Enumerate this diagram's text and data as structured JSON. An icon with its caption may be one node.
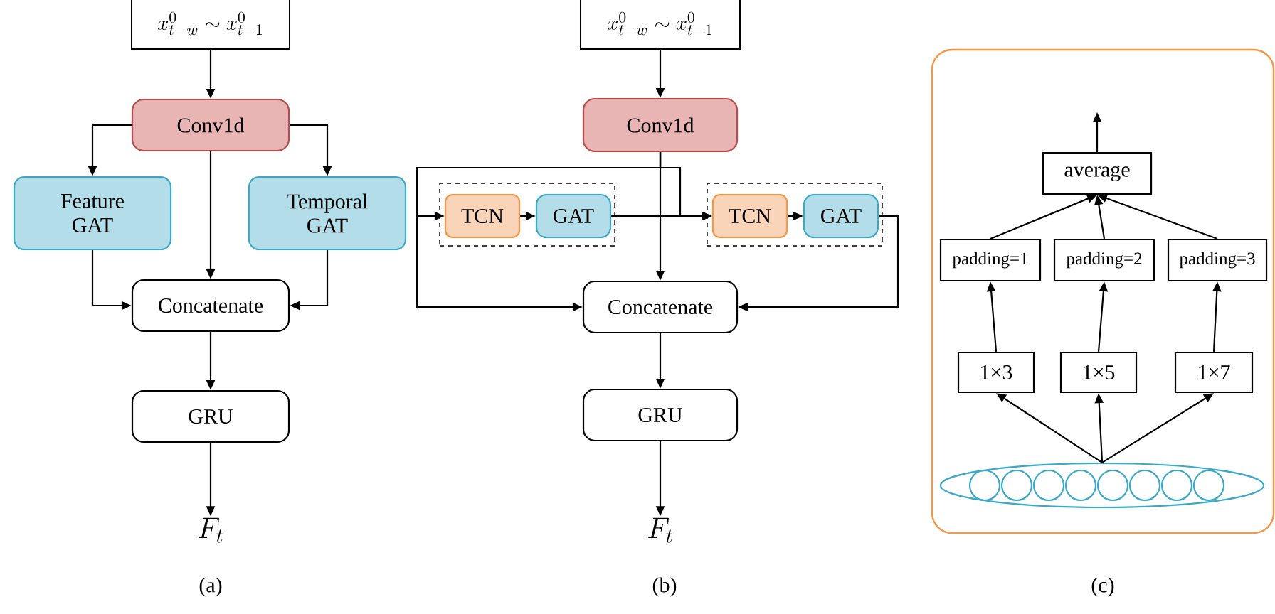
{
  "diagram": {
    "nodes": [
      {
        "text": [
          "x_{t-w}^{0}\\sim x_{t-1}^{0}"
        ]
      },
      {
        "text": [
          "Conv1d"
        ]
      },
      {
        "text": [
          "Feature GAT"
        ]
      },
      {
        "text": [
          "Temporal GAT"
        ]
      },
      {
        "text": [
          "Concatenate"
        ]
      },
      {
        "text": [
          "GRU"
        ]
      },
      {
        "text": [
          "F_t"
        ]
      },
      {
        "text": [
          "x_{t-w}^{0}\\sim x_{t-1}^{0}"
        ]
      },
      {
        "text": [
          "Conv1d"
        ]
      },
      {
        "text": [],
        "shape": "box"
      },
      {
        "text": [
          "TCN"
        ],
        "in": 9
      },
      {
        "text": [
          "GAT"
        ],
        "in": 9
      },
      {
        "text": [],
        "shape": "box"
      },
      {
        "text": [
          "TCN"
        ],
        "in": 12
      },
      {
        "text": [
          "GAT"
        ],
        "in": 12
      },
      {
        "text": [
          "Concatenate"
        ]
      },
      {
        "text": [
          "GRU"
        ]
      },
      {
        "text": [
          "F_t"
        ]
      },
      {
        "text": [],
        "shape": "box"
      },
      {
        "text": [
          "average"
        ],
        "in": 18
      },
      {
        "text": [
          "padding=1"
        ],
        "in": 18
      },
      {
        "text": [
          "padding=2"
        ],
        "in": 18
      },
      {
        "text": [
          "padding=3"
        ],
        "in": 18
      },
      {
        "text": [
          "1×3"
        ],
        "in": 18
      },
      {
        "text": [
          "1×5"
        ],
        "in": 18
      },
      {
        "text": [
          "1×7"
        ],
        "in": 18
      },
      {
        "text": [],
        "shape": "ellipse",
        "in": 18
      }
    ],
    "edges": [
      {
        "from": 0,
        "to": 1,
        "arrow": "to"
      },
      {
        "from": 1,
        "to": 2,
        "arrow": "to"
      },
      {
        "from": 1,
        "to": 3,
        "arrow": "to"
      },
      {
        "from": 1,
        "to": 4,
        "arrow": "to"
      },
      {
        "from": 2,
        "to": 4,
        "arrow": "to"
      },
      {
        "from": 3,
        "to": 4,
        "arrow": "to"
      },
      {
        "from": 4,
        "to": 5,
        "arrow": "to"
      },
      {
        "from": 5,
        "to": 6,
        "arrow": "to"
      },
      {
        "from": 7,
        "to": 8,
        "arrow": "to"
      },
      {
        "from": 8,
        "to": 15,
        "arrow": "to"
      },
      {
        "from": 8,
        "to": 10,
        "arrow": "to"
      },
      {
        "from": 8,
        "to": 15,
        "arrow": "to"
      },
      {
        "from": 8,
        "to": 13,
        "arrow": "to"
      },
      {
        "from": 10,
        "to": 11,
        "arrow": "to"
      },
      {
        "from": 11,
        "to": 13,
        "arrow": "to"
      },
      {
        "from": 13,
        "to": 14,
        "arrow": "to"
      },
      {
        "from": 14,
        "to": 15,
        "arrow": "to"
      },
      {
        "from": 15,
        "to": 16,
        "arrow": "to"
      },
      {
        "from": 16,
        "to": 17,
        "arrow": "to"
      },
      {
        "from": 19,
        "to": null,
        "arrow": "to"
      },
      {
        "from": 20,
        "to": 19,
        "arrow": "to"
      },
      {
        "from": 21,
        "to": 19,
        "arrow": "to"
      },
      {
        "from": 22,
        "to": 19,
        "arrow": "to"
      },
      {
        "from": 23,
        "to": 20,
        "arrow": "to"
      },
      {
        "from": 24,
        "to": 21,
        "arrow": "to"
      },
      {
        "from": 25,
        "to": 22,
        "arrow": "to"
      },
      {
        "from": 26,
        "to": 23,
        "arrow": "to"
      },
      {
        "from": 26,
        "to": 24,
        "arrow": "to"
      },
      {
        "from": 26,
        "to": 25,
        "arrow": "to"
      }
    ],
    "labels": [
      "(a)",
      "(b)",
      "(c)"
    ]
  }
}
